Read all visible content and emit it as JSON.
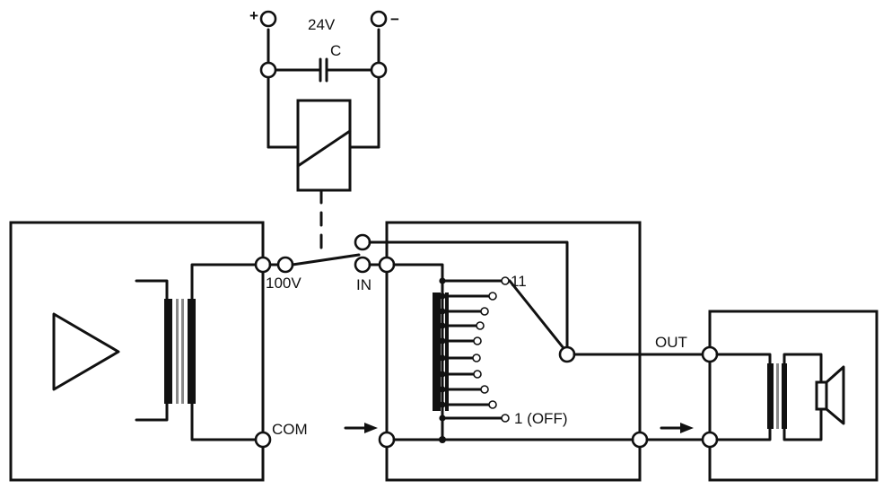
{
  "supply": {
    "plus": "+",
    "voltage": "24V",
    "minus": "−",
    "capacitor": "C"
  },
  "amplifier": {
    "label_100v": "100V",
    "label_com": "COM"
  },
  "attenuator": {
    "label_in": "IN",
    "tap_top": "11",
    "tap_bottom": "1 (OFF)",
    "label_out": "OUT"
  },
  "colors": {
    "line": "#111111",
    "transformer_core": "#888888",
    "background": "#ffffff"
  }
}
